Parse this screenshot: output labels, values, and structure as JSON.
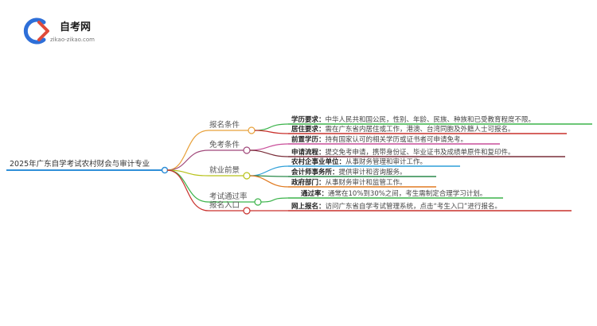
{
  "logo": {
    "title": "自考网",
    "subtitle": "zikao-zikao.com",
    "colors": {
      "blue": "#2e6fd8",
      "red": "#e04a3a"
    }
  },
  "root": {
    "label": "2025年广东自学考试农村财会与审计专业",
    "color": "#2f8fd8"
  },
  "branches": [
    {
      "label": "报名条件",
      "color": "#e8a13a",
      "leaves": [
        {
          "key": "学历要求：",
          "value": "中华人民共和国公民，性别、年龄、民族、种族和已受教育程度不限。",
          "color": "#3bb34a"
        },
        {
          "key": "居住要求：",
          "value": "需在广东省内居住或工作，港澳、台湾同胞及外籍人士可报名。",
          "color": "#c9302c"
        }
      ]
    },
    {
      "label": "免考条件",
      "color": "#a0487a",
      "leaves": [
        {
          "key": "前置学历：",
          "value": "持有国家认可的相关学历或证书者可申请免考。",
          "color": "#c94f9a"
        },
        {
          "key": "申请流程：",
          "value": "提交免考申请，携带身份证、毕业证书及成绩单原件和复印件。",
          "color": "#7a2e3a"
        }
      ]
    },
    {
      "label": "就业前景",
      "color": "#b8c21a",
      "leaves": [
        {
          "key": "农村企事业单位：",
          "value": "从事财务管理和审计工作。",
          "color": "#2e9fd8"
        },
        {
          "key": "会计师事务所：",
          "value": "提供审计和咨询服务。",
          "color": "#2a8a4a"
        },
        {
          "key": "政府部门：",
          "value": "从事财务审计和监管工作。",
          "color": "#e07a20"
        }
      ]
    },
    {
      "label": "考试通过率",
      "color": "#3bb34a",
      "leaves": [
        {
          "key": "通过率：",
          "value": "通常在10%到30%之间，考生需制定合理学习计划。",
          "color": "#3bb34a"
        }
      ]
    },
    {
      "label": "报名入口",
      "color": "#c9302c",
      "leaves": [
        {
          "key": "网上报名：",
          "value": "访问广东省自学考试管理系统，点击“考生入口”进行报名。",
          "color": "#c9302c"
        }
      ]
    }
  ]
}
